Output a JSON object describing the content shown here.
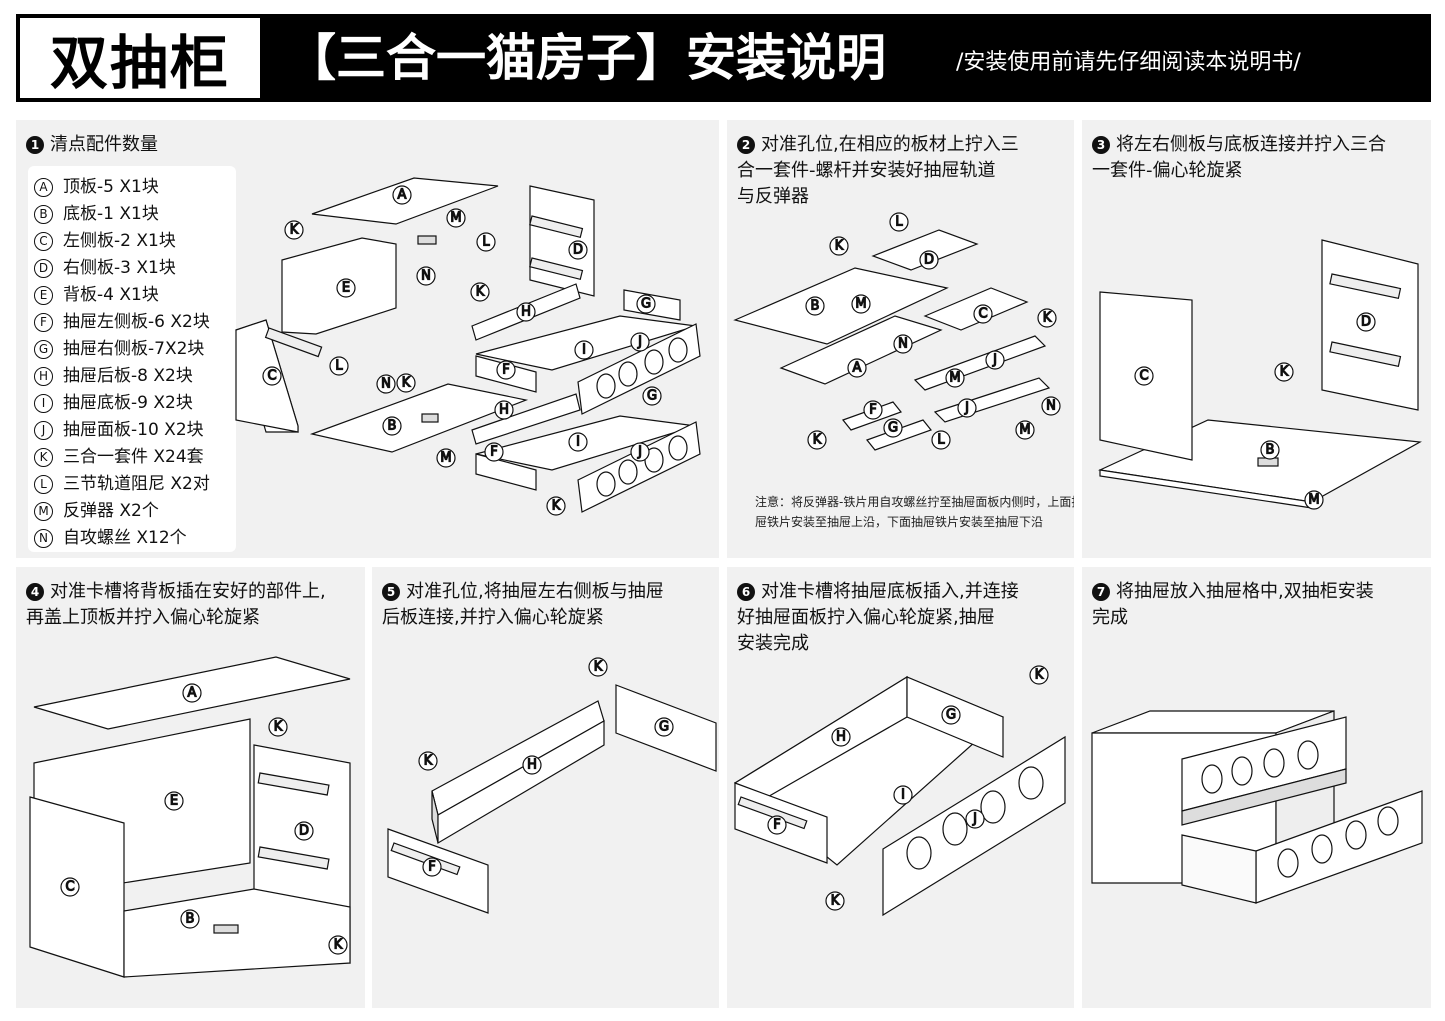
{
  "header": {
    "title": "双抽柜",
    "subtitle": "【三合一猫房子】安装说明",
    "note": "/安装使用前请先仔细阅读本说明书/"
  },
  "steps": [
    {
      "num": "1",
      "title": "清点配件数量"
    },
    {
      "num": "2",
      "title": "对准孔位,在相应的板材上拧入三\n合一套件-螺杆并安装好抽屉轨道\n与反弹器"
    },
    {
      "num": "3",
      "title": "将左右侧板与底板连接并拧入三合\n一套件-偏心轮旋紧"
    },
    {
      "num": "4",
      "title": "对准卡槽将背板插在安好的部件上,\n再盖上顶板并拧入偏心轮旋紧"
    },
    {
      "num": "5",
      "title": "对准孔位,将抽屉左右侧板与抽屉\n后板连接,并拧入偏心轮旋紧"
    },
    {
      "num": "6",
      "title": "对准卡槽将抽屉底板插入,并连接\n好抽屉面板拧入偏心轮旋紧,抽屉\n安装完成"
    },
    {
      "num": "7",
      "title": "将抽屉放入抽屉格中,双抽柜安装\n完成"
    }
  ],
  "parts": [
    {
      "letter": "A",
      "text": "顶板-5 X1块"
    },
    {
      "letter": "B",
      "text": "底板-1 X1块"
    },
    {
      "letter": "C",
      "text": "左侧板-2 X1块"
    },
    {
      "letter": "D",
      "text": "右侧板-3 X1块"
    },
    {
      "letter": "E",
      "text": "背板-4 X1块"
    },
    {
      "letter": "F",
      "text": "抽屉左侧板-6 X2块"
    },
    {
      "letter": "G",
      "text": "抽屉右侧板-7X2块"
    },
    {
      "letter": "H",
      "text": "抽屉后板-8 X2块"
    },
    {
      "letter": "I",
      "text": "抽屉底板-9 X2块"
    },
    {
      "letter": "J",
      "text": "抽屉面板-10 X2块"
    },
    {
      "letter": "K",
      "text": "三合一套件 X24套"
    },
    {
      "letter": "L",
      "text": "三节轨道阻尼 X2对"
    },
    {
      "letter": "M",
      "text": "反弹器 X2个"
    },
    {
      "letter": "N",
      "text": "自攻螺丝 X12个"
    }
  ],
  "step2_note": "注意：将反弹器-铁片用自攻螺丝拧至抽屉面板内侧时，上面抽屉铁片安装至抽屉上沿，下面抽屉铁片安装至抽屉下沿",
  "labels": {
    "A": "A",
    "B": "B",
    "C": "C",
    "D": "D",
    "E": "E",
    "F": "F",
    "G": "G",
    "H": "H",
    "I": "I",
    "J": "J",
    "K": "K",
    "L": "L",
    "M": "M",
    "N": "N"
  }
}
